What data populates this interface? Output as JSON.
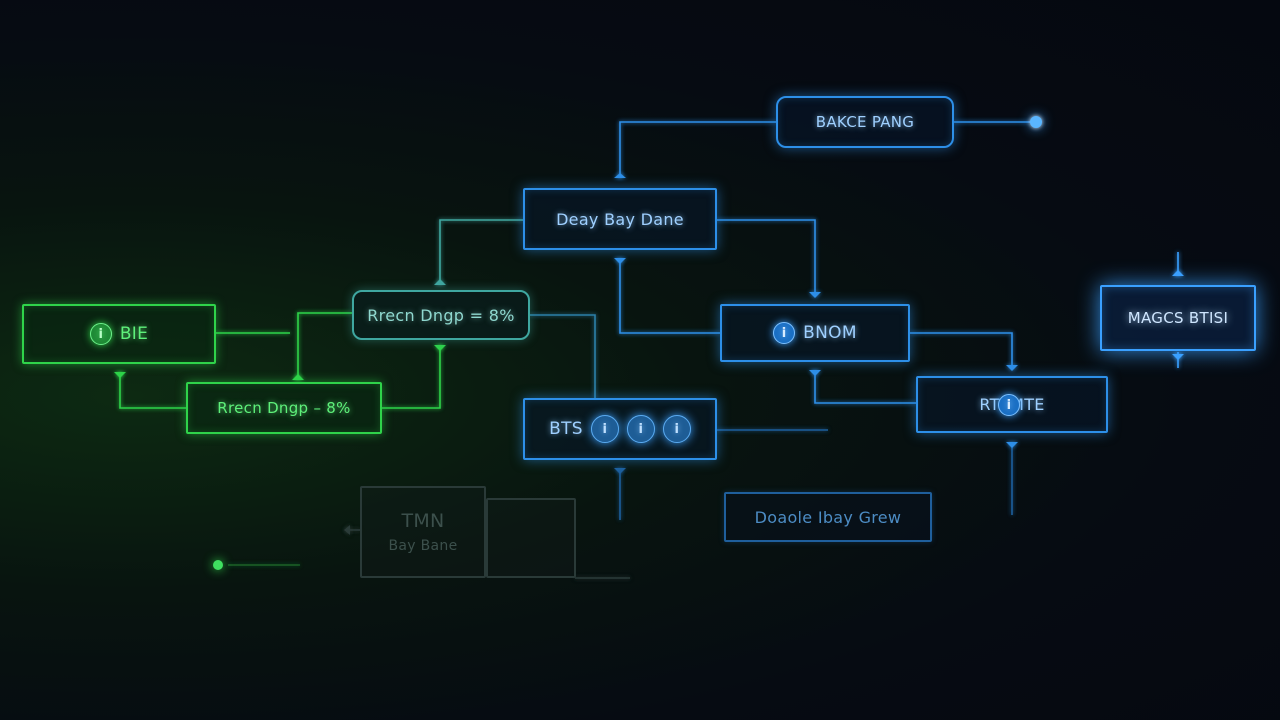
{
  "diagram": {
    "nodes": {
      "n_top_right": {
        "label": "BAKCE PANG"
      },
      "n_center_top": {
        "label": "Deay Bay Dane"
      },
      "n_left_green": {
        "label": "BIE",
        "icon": "info-icon"
      },
      "n_recap_top": {
        "label": "Rrecn Dngp = 8%"
      },
      "n_recap_green": {
        "label": "Rrecn Dngp – 8%"
      },
      "n_blue_mid": {
        "label": "BNOM",
        "icon": "info-icon"
      },
      "n_right_glow": {
        "label": "MAGCS BTISI"
      },
      "n_bts": {
        "label": "BTS",
        "icons": [
          "info-icon",
          "info-icon",
          "info-icon"
        ]
      },
      "n_blue_lower": {
        "label": "RTSMTE",
        "icon": "info-icon"
      },
      "n_bottom_blue": {
        "label": "Doaole Ibay Grew"
      },
      "n_faint": {
        "label_top": "TMN",
        "label_bottom": "Bay Bane"
      }
    },
    "colors": {
      "green": "#2fd34a",
      "blue": "#2d8fe8",
      "bright_blue": "#3aa0ff",
      "background": "#060b12"
    }
  }
}
